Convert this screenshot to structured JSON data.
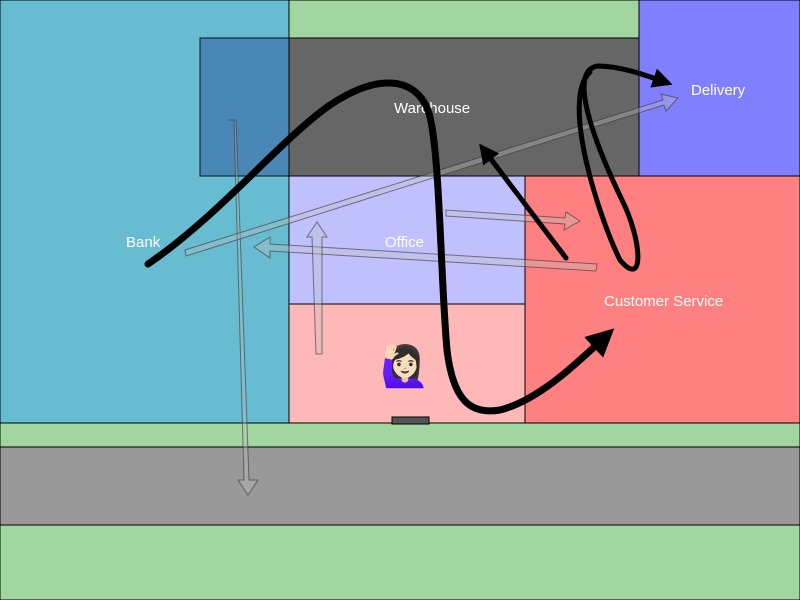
{
  "rooms": {
    "bank": {
      "label": "Bank",
      "color": "#67BCD1"
    },
    "warehouse": {
      "label": "Warehouse",
      "color": "#666666"
    },
    "delivery": {
      "label": "Delivery",
      "color": "#8080FF"
    },
    "office": {
      "label": "Office",
      "color": "#C0C0FF"
    },
    "customer_service": {
      "label": "Customer Service",
      "color": "#FF8080"
    },
    "lobby": {
      "color": "#FFB8B8"
    },
    "vault": {
      "color": "#4682B4"
    }
  },
  "outdoor": {
    "grass_color": "#A1D6A1",
    "road_color": "#999999"
  },
  "person": {
    "emoji": "🙋🏻‍♀️",
    "icon": "woman-raising-hand-icon"
  },
  "path_color": "#000000",
  "intent_arrow_color": "#BFBFBF"
}
